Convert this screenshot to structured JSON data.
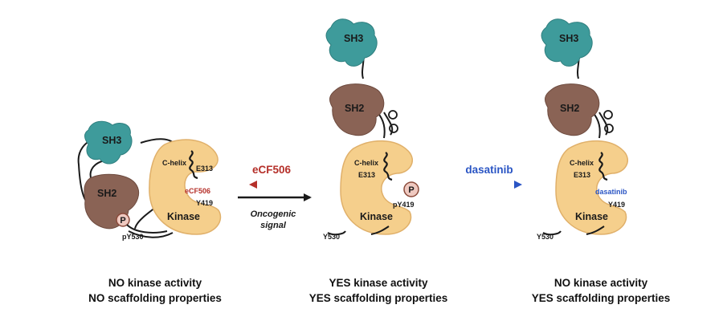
{
  "colors": {
    "sh3": "#3e9b9b",
    "sh2": "#8a6355",
    "kinase": "#f5cf8c",
    "kinase_stroke": "#d9a34f",
    "phospho": "#efc9c0",
    "inhibitor_red": "#b5302a",
    "inhibitor_blue": "#2a55c4",
    "line": "#1a1a1a"
  },
  "panels": [
    {
      "sh3_label": "SH3",
      "sh2_label": "SH2",
      "chelix_label": "C-helix",
      "e313_label": "E313",
      "drug_label": "eCF506",
      "y419_label": "Y419",
      "kinase_label": "Kinase",
      "tail_label": "pY530",
      "phospho_label": "P",
      "caption": [
        "NO kinase activity",
        "NO scaffolding properties"
      ]
    },
    {
      "sh3_label": "SH3",
      "sh2_label": "SH2",
      "chelix_label": "C-helix",
      "e313_label": "E313",
      "y419_label": "pY419",
      "kinase_label": "Kinase",
      "tail_label": "Y530",
      "phospho_label": "P",
      "caption": [
        "YES kinase activity",
        "YES scaffolding properties"
      ]
    },
    {
      "sh3_label": "SH3",
      "sh2_label": "SH2",
      "chelix_label": "C-helix",
      "e313_label": "E313",
      "drug_label": "dasatinib",
      "y419_label": "Y419",
      "kinase_label": "Kinase",
      "tail_label": "Y530",
      "caption": [
        "NO kinase activity",
        "YES scaffolding properties"
      ]
    }
  ],
  "arrows": {
    "inhibitor_left": "eCF506",
    "oncogenic_signal": [
      "Oncogenic",
      "signal"
    ],
    "inhibitor_right": "dasatinib"
  }
}
